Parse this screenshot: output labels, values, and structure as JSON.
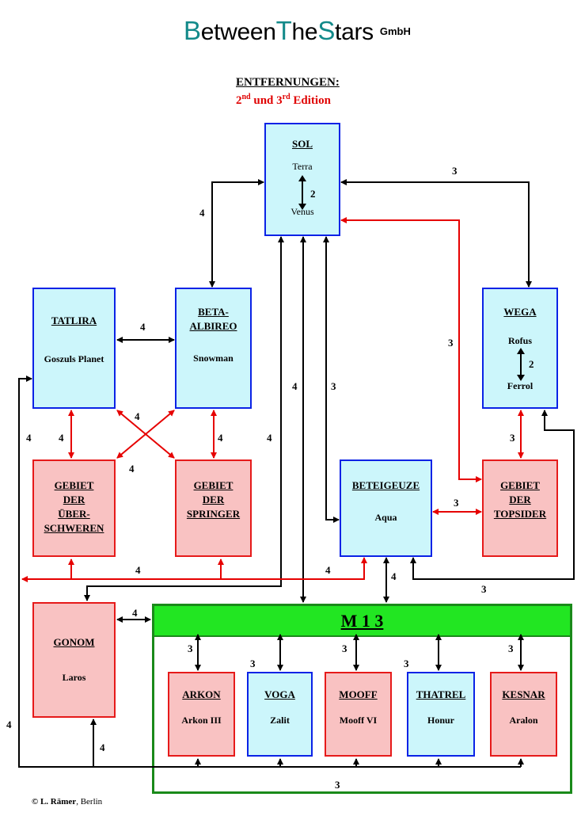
{
  "logo": {
    "b": "B",
    "etween": "etween",
    "t": "T",
    "he": "he",
    "s": "S",
    "tars": "tars",
    "gmbh": "GmbH"
  },
  "title": "ENTFERNUNGEN:",
  "subtitle": {
    "a": "2",
    "a_sup": "nd",
    "mid": " und 3",
    "b_sup": "rd",
    "end": " Edition"
  },
  "nodes": {
    "sol": {
      "name": "SOL",
      "top": "Terra",
      "bottom": "Venus",
      "inner": "2"
    },
    "wega": {
      "name": "WEGA",
      "top": "Rofus",
      "bottom": "Ferrol",
      "inner": "2"
    },
    "tatlira": {
      "name": "TATLIRA",
      "sub": "Goszuls Planet"
    },
    "beta": {
      "name1": "BETA-",
      "name2": "ALBIREO",
      "sub": "Snowman"
    },
    "ueberschweren": {
      "l1": "GEBIET",
      "l2": "DER",
      "l3": "ÜBER-",
      "l4": "SCHWEREN"
    },
    "springer": {
      "l1": "GEBIET",
      "l2": "DER",
      "l3": "SPRINGER"
    },
    "beteigeuze": {
      "name": "BETEIGEUZE",
      "sub": "Aqua"
    },
    "topsider": {
      "l1": "GEBIET",
      "l2": "DER",
      "l3": "TOPSIDER"
    },
    "gonom": {
      "name": "GONOM",
      "sub": "Laros"
    },
    "m13": {
      "label": "M  1 3"
    },
    "arkon": {
      "name": "ARKON",
      "sub": "Arkon III"
    },
    "voga": {
      "name": "VOGA",
      "sub": "Zalit"
    },
    "mooff": {
      "name": "MOOFF",
      "sub": "Mooff VI"
    },
    "thatrel": {
      "name": "THATREL",
      "sub": "Honur"
    },
    "kesnar": {
      "name": "KESNAR",
      "sub": "Aralon"
    }
  },
  "distances": {
    "sol_beta": "4",
    "sol_wega": "3",
    "tatlira_beta": "4",
    "sol_topsider": "3",
    "left_outer": "4",
    "tatlira_ueber": "4",
    "cross_a": "4",
    "cross_b": "4",
    "beta_springer": "4",
    "sol_gonom": "4",
    "sol_m13": "4",
    "sol_beteigeuze": "3",
    "wega_topsider": "3",
    "beteigeuze_topsider": "3",
    "bottom_row_l": "4",
    "bottom_row_r": "4",
    "beteigeuze_m13": "4",
    "wega_beteigeuze": "3",
    "gonom_m13": "4",
    "m13_arkon": "3",
    "m13_voga": "3",
    "m13_mooff": "3",
    "m13_thatrel": "3",
    "m13_kesnar": "3",
    "far_left": "4",
    "gonom_bottom": "4",
    "m13_bottom": "3"
  },
  "footer": {
    "copy": "© L. Rämer",
    "city": ", Berlin"
  }
}
